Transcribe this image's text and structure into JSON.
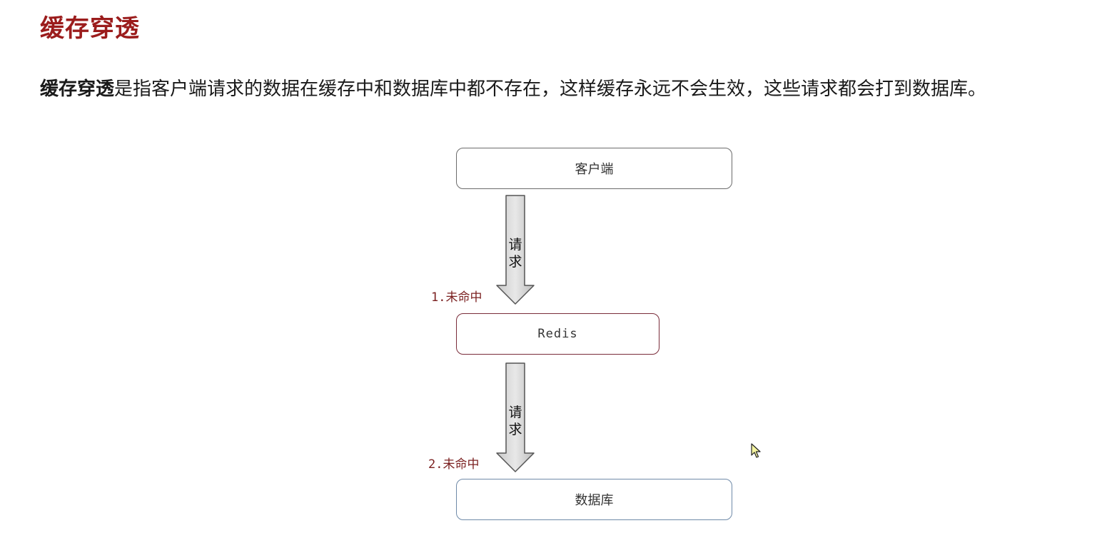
{
  "title": "缓存穿透",
  "intro": {
    "term": "缓存穿透",
    "text": "是指客户端请求的数据在缓存中和数据库中都不存在，这样缓存永远不会生效，这些请求都会打到数据库。"
  },
  "diagram": {
    "nodes": {
      "client": "客户端",
      "redis": "Redis",
      "database": "数据库"
    },
    "arrows": [
      {
        "label_chars": [
          "请",
          "求"
        ],
        "miss_label": "1.未命中"
      },
      {
        "label_chars": [
          "请",
          "求"
        ],
        "miss_label": "2.未命中"
      }
    ]
  },
  "colors": {
    "title": "#9b1c1c",
    "miss_label": "#7a1f1f",
    "client_border": "#6b6b6b",
    "redis_border": "#7a2c3a",
    "database_border": "#6f8aa8"
  },
  "icons": {
    "pointer": "mouse-pointer-icon"
  }
}
